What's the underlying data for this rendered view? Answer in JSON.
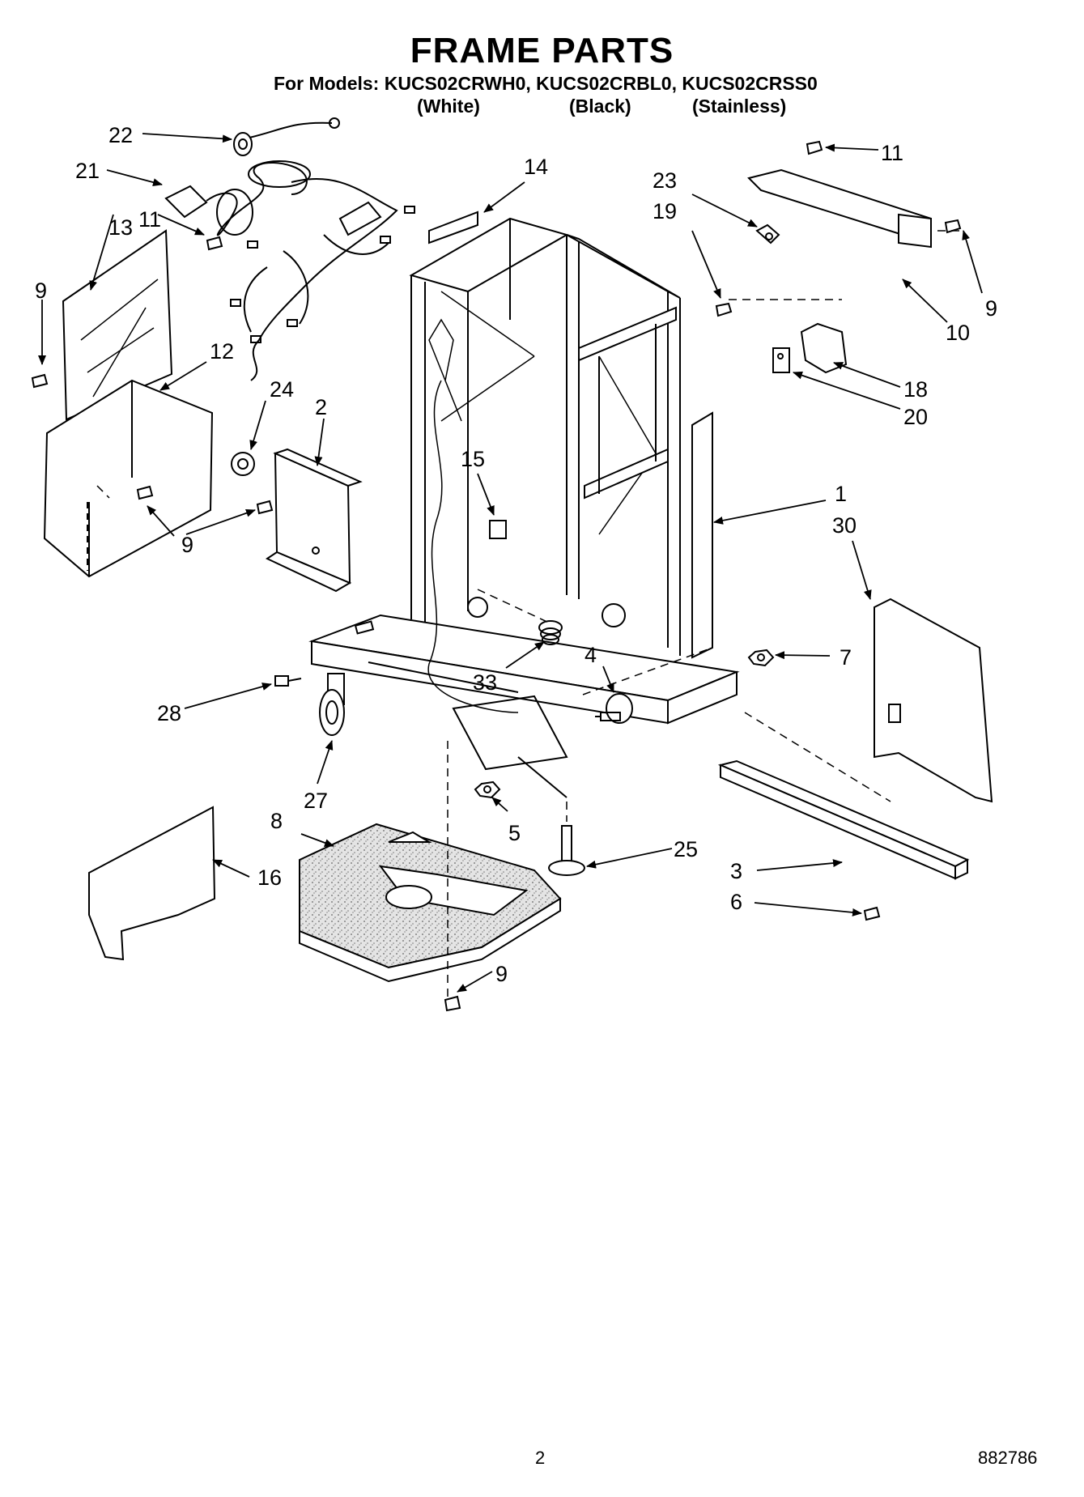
{
  "header": {
    "title": "FRAME PARTS",
    "models_line": "For Models: KUCS02CRWH0, KUCS02CRBL0, KUCS02CRSS0",
    "variants": [
      "(White)",
      "(Black)",
      "(Stainless)"
    ]
  },
  "callouts": [
    "22",
    "21",
    "13",
    "11",
    "9",
    "12",
    "24",
    "2",
    "9",
    "14",
    "15",
    "23",
    "19",
    "11",
    "9",
    "10",
    "18",
    "20",
    "1",
    "30",
    "7",
    "4",
    "33",
    "28",
    "27",
    "5",
    "8",
    "25",
    "16",
    "3",
    "6",
    "9"
  ],
  "footer": {
    "page_number": "2",
    "doc_number": "882786"
  }
}
